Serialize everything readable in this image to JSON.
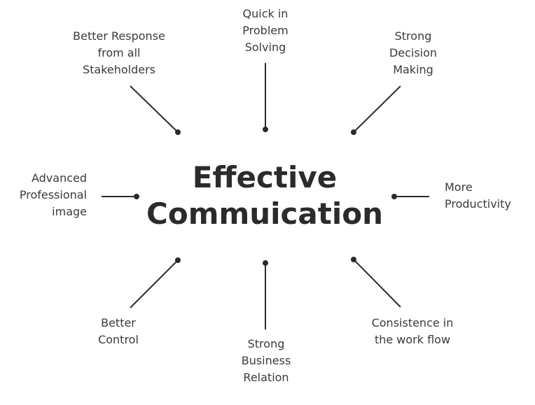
{
  "center": {
    "line1": "Effective",
    "line2": "Commuication"
  },
  "nodes": [
    {
      "id": "quick",
      "lines": [
        "Quick in",
        "Problem",
        "Solving"
      ]
    },
    {
      "id": "better-response",
      "lines": [
        "Better Response",
        "from all",
        "Stakeholders"
      ]
    },
    {
      "id": "strong-decision",
      "lines": [
        "Strong",
        "Decision",
        "Making"
      ]
    },
    {
      "id": "advanced",
      "lines": [
        "Advanced",
        "Professional",
        "image"
      ]
    },
    {
      "id": "more",
      "lines": [
        "More",
        "Productivity"
      ]
    },
    {
      "id": "better-control",
      "lines": [
        "Better",
        "Control"
      ]
    },
    {
      "id": "consistence",
      "lines": [
        "Consistence in",
        "the work flow"
      ]
    },
    {
      "id": "strong-business",
      "lines": [
        "Strong",
        "Business",
        "Relation"
      ]
    }
  ],
  "colors": {
    "text": "#2b2b2b",
    "line": "#2b2b2b",
    "background": "#ffffff"
  }
}
